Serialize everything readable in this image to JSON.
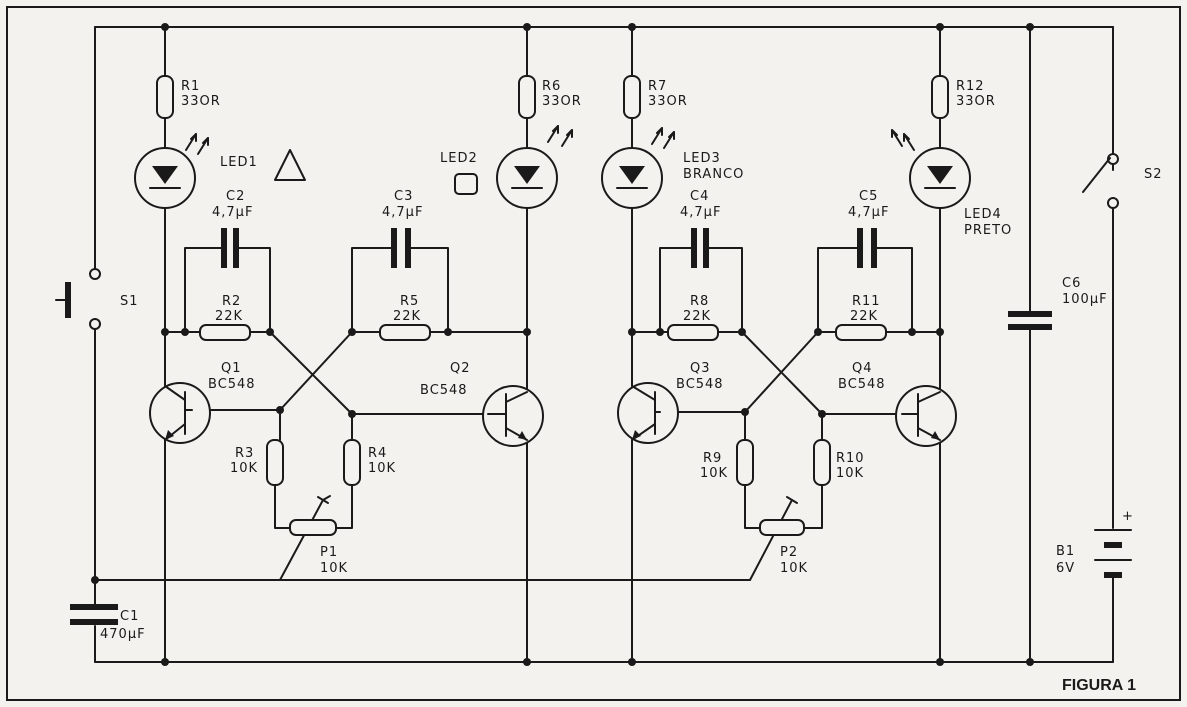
{
  "figure_label": "FIGURA 1",
  "colors": {
    "ink": "#1a1a1a",
    "paper": "#f4f2ee"
  },
  "resistors": [
    {
      "ref": "R1",
      "value": "33OR"
    },
    {
      "ref": "R6",
      "value": "33OR"
    },
    {
      "ref": "R7",
      "value": "33OR"
    },
    {
      "ref": "R12",
      "value": "33OR"
    },
    {
      "ref": "R2",
      "value": "22K"
    },
    {
      "ref": "R5",
      "value": "22K"
    },
    {
      "ref": "R8",
      "value": "22K"
    },
    {
      "ref": "R11",
      "value": "22K"
    },
    {
      "ref": "R3",
      "value": "10K"
    },
    {
      "ref": "R4",
      "value": "10K"
    },
    {
      "ref": "R9",
      "value": "10K"
    },
    {
      "ref": "R10",
      "value": "10K"
    }
  ],
  "capacitors": [
    {
      "ref": "C2",
      "value": "4,7µF"
    },
    {
      "ref": "C3",
      "value": "4,7µF"
    },
    {
      "ref": "C4",
      "value": "4,7µF"
    },
    {
      "ref": "C5",
      "value": "4,7µF"
    },
    {
      "ref": "C6",
      "value": "100µF"
    },
    {
      "ref": "C1",
      "value": "470µF"
    }
  ],
  "transistors": [
    {
      "ref": "Q1",
      "type": "BC548"
    },
    {
      "ref": "Q2",
      "type": "BC548"
    },
    {
      "ref": "Q3",
      "type": "BC548"
    },
    {
      "ref": "Q4",
      "type": "BC548"
    }
  ],
  "leds": [
    {
      "ref": "LED1",
      "note": ""
    },
    {
      "ref": "LED2",
      "note": ""
    },
    {
      "ref": "LED3",
      "note": "BRANCO"
    },
    {
      "ref": "LED4",
      "note": "PRETO"
    }
  ],
  "pots": [
    {
      "ref": "P1",
      "value": "10K"
    },
    {
      "ref": "P2",
      "value": "10K"
    }
  ],
  "switches": [
    {
      "ref": "S1"
    },
    {
      "ref": "S2"
    }
  ],
  "battery": {
    "ref": "B1",
    "value": "6V",
    "polarity": "+"
  },
  "legend_shapes": {
    "triangle": "triangle-symbol",
    "square": "square-symbol"
  }
}
